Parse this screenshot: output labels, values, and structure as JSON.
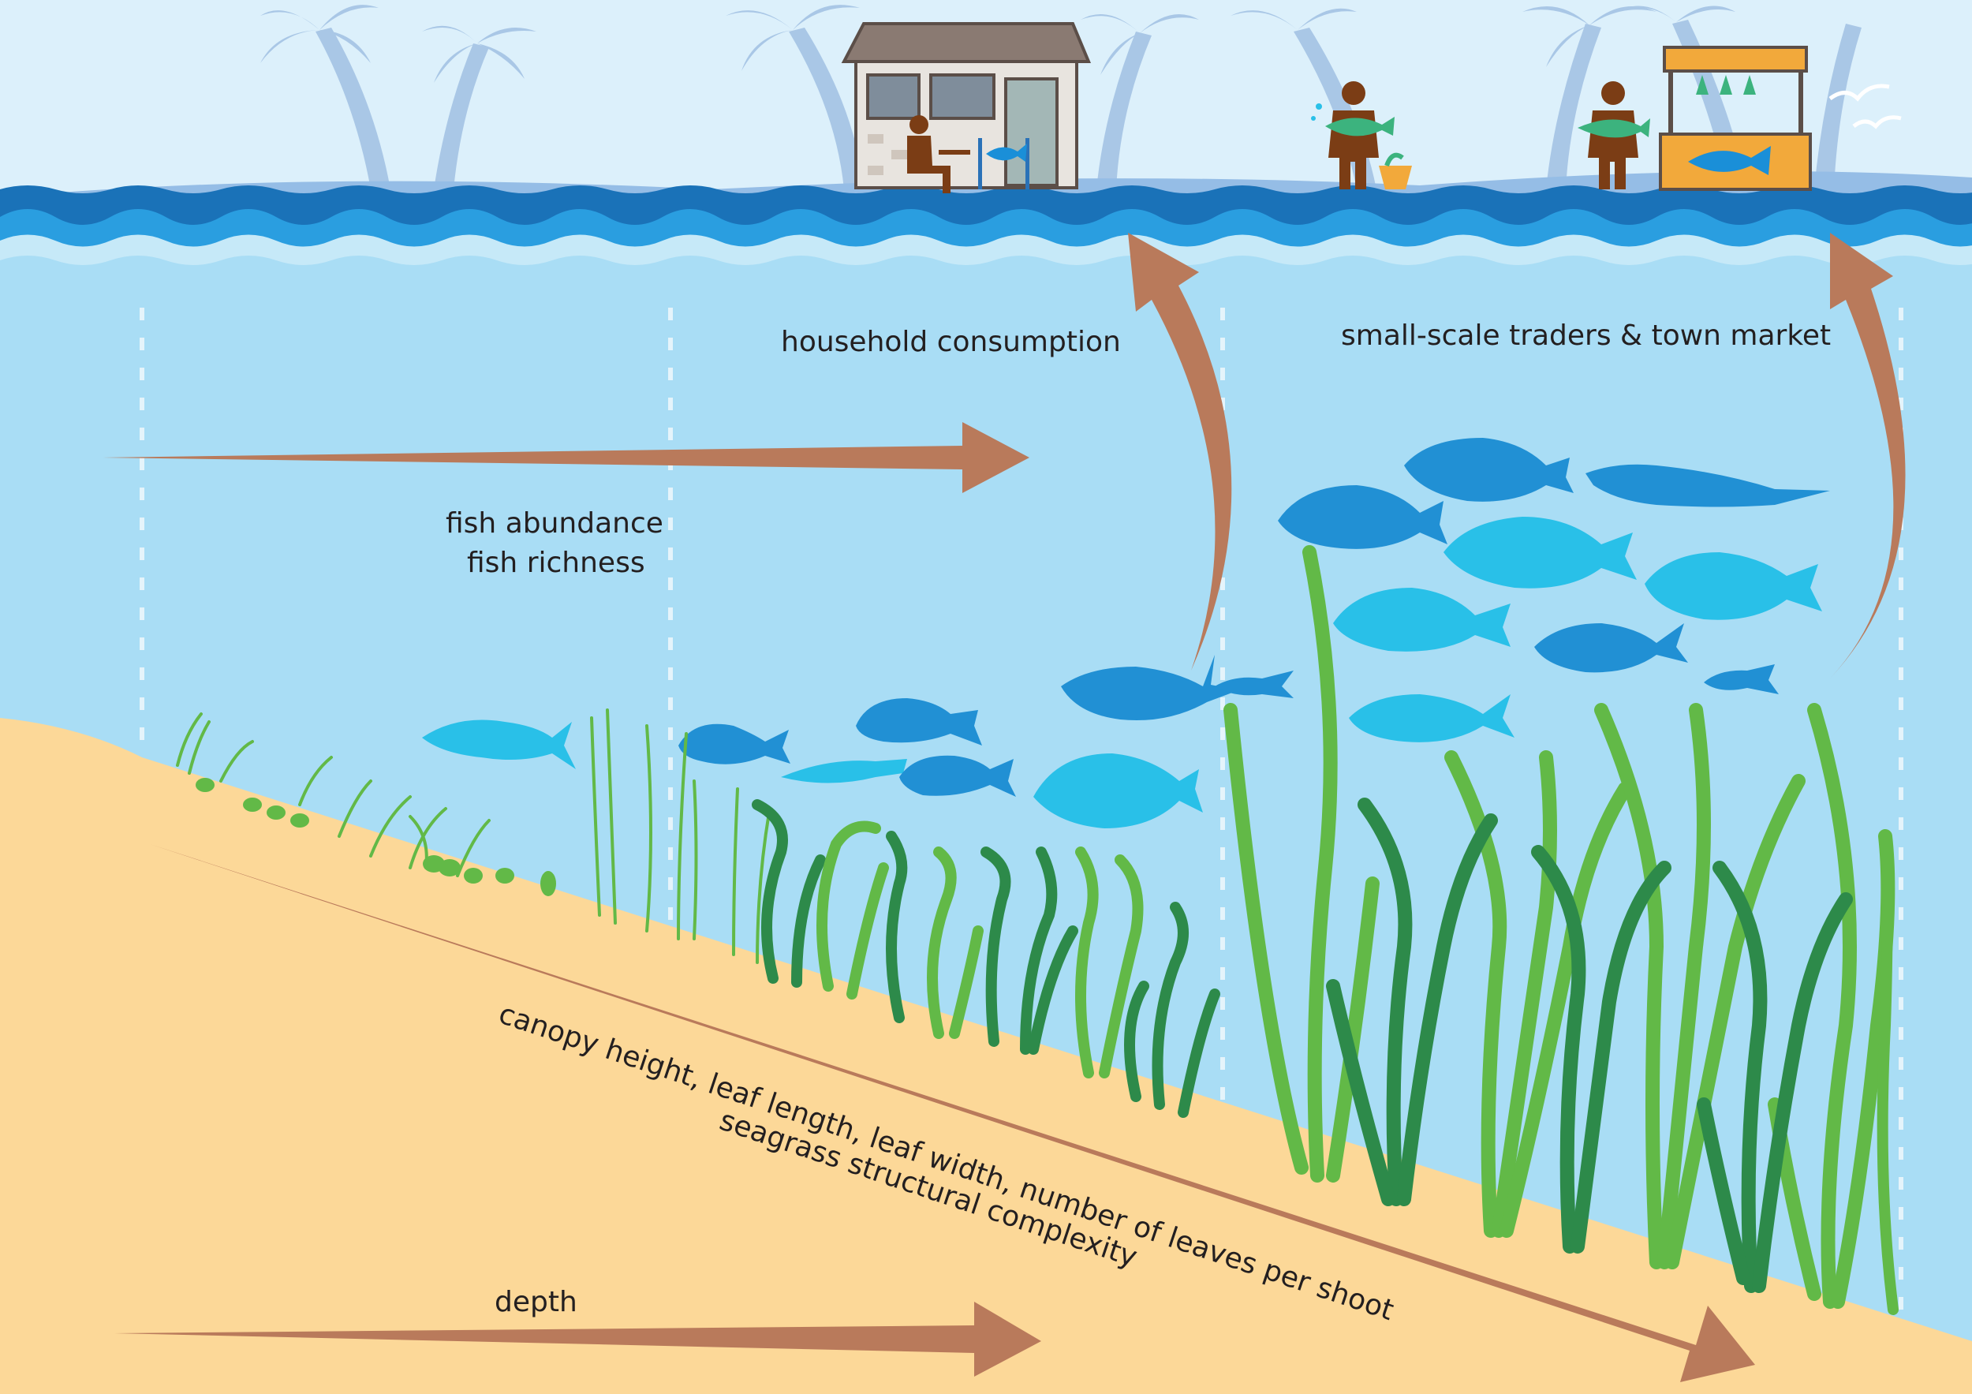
{
  "labels": {
    "household": "household consumption",
    "traders": "small-scale traders & town market",
    "fish_line1": "fish abundance",
    "fish_line2": "fish richness",
    "canopy_line1": "canopy height, leaf length, leaf width, number of leaves per shoot",
    "canopy_line2": "seagrass structural complexity",
    "depth": "depth"
  },
  "colors": {
    "sky": "#dcf0fb",
    "water": "#a9ddf5",
    "sand": "#fcd898",
    "arrow": "#b97a5b",
    "palm": "#a9c7e6",
    "wave_dark": "#1a72b8",
    "wave_mid": "#2a9ee0",
    "fish_dark": "#2190d4",
    "fish_light": "#29c0e8",
    "seagrass_light": "#62b947",
    "seagrass_dark": "#2d8a4a"
  },
  "icons": [
    "palm-tree-icon",
    "house-icon",
    "person-eating-icon",
    "fisher-holding-fish-icon",
    "fish-basket-icon",
    "market-stall-icon",
    "seagull-icon",
    "fish-icon",
    "seagrass-icon"
  ]
}
